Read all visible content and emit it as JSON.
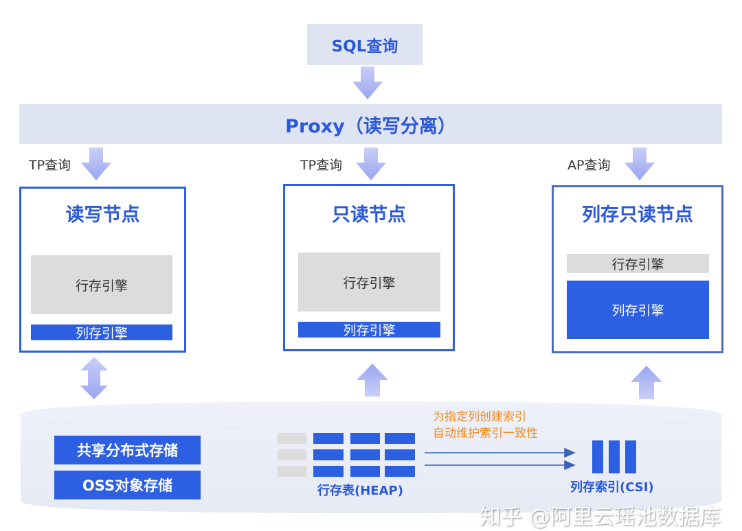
{
  "sql_query": "SQL查询",
  "proxy": "Proxy（读写分离）",
  "queries": [
    "TP查询",
    "TP查询",
    "AP查询"
  ],
  "nodes": [
    {
      "title": "读写节点",
      "row_engine": "行存引擎",
      "col_engine": "列存引擎"
    },
    {
      "title": "只读节点",
      "row_engine": "行存引擎",
      "col_engine": "列存引擎"
    },
    {
      "title": "列存只读节点",
      "row_engine": "行存引擎",
      "col_engine": "列存引擎"
    }
  ],
  "storage": {
    "shared": "共享分布式存储",
    "oss": "OSS对象存储",
    "heap_label": "行存表(HEAP)",
    "index_note_line1": "为指定列创建索引",
    "index_note_line2": "自动维护索引一致性",
    "csi_label": "列存索引(CSI)"
  },
  "watermark": "知乎 @阿里云瑶池数据库",
  "colors": {
    "accent": "#2c5fe2",
    "light": "#dfe4f3",
    "arrow": "#a9b4f2",
    "note": "#f08a1c"
  }
}
